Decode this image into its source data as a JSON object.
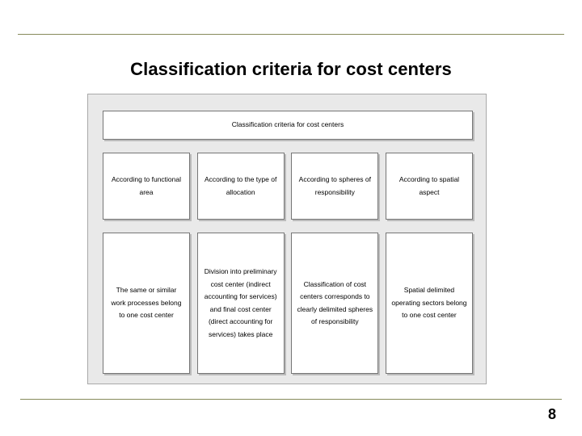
{
  "slide": {
    "title": "Classification criteria for cost centers",
    "page_number": "8"
  },
  "diagram": {
    "header": {
      "label": "Classification criteria for cost centers"
    },
    "criteria": [
      {
        "label": "According to functional area"
      },
      {
        "label": "According to the type of allocation"
      },
      {
        "label": "According to spheres of responsibility"
      },
      {
        "label": "According to spatial aspect"
      }
    ],
    "details": [
      {
        "label": "The same or similar work processes belong to one cost center"
      },
      {
        "label": "Division into preliminary cost center (indirect accounting for services) and final cost center (direct accounting for services) takes place"
      },
      {
        "label": "Classification of cost centers corresponds to clearly delimited spheres of responsibility"
      },
      {
        "label": "Spatial delimited operating sectors belong to one cost center"
      }
    ]
  },
  "colors": {
    "rule": "#868a5a",
    "diagram_background": "#e9e9e9",
    "node_border": "#767676",
    "node_background": "#ffffff",
    "text": "#000000"
  }
}
